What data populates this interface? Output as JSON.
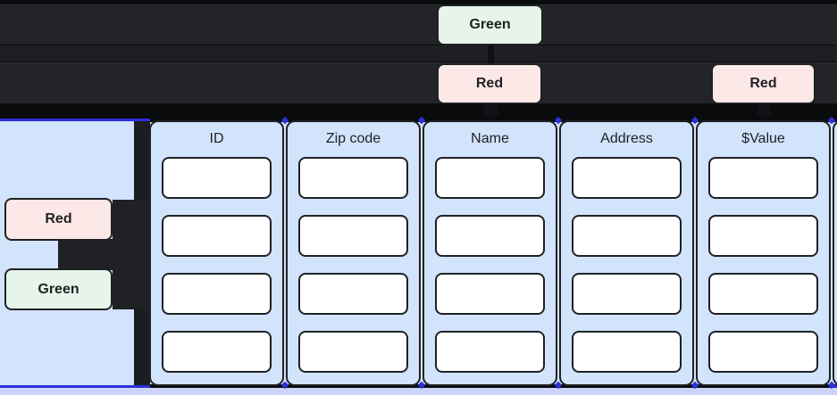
{
  "callouts": {
    "green_top": "Green",
    "red_top_name": "Red",
    "red_top_value": "Red",
    "red_left": "Red",
    "green_left": "Green"
  },
  "table": {
    "columns": [
      {
        "label": "ID"
      },
      {
        "label": "Zip code"
      },
      {
        "label": "Name"
      },
      {
        "label": "Address"
      },
      {
        "label": "$Value"
      }
    ],
    "rows_per_column": 4
  },
  "colors": {
    "accent_blue": "#2b30d8",
    "panel_blue": "#d2e3fc",
    "green_chip": "#e6f4ea",
    "red_chip": "#fce8e6",
    "lavender_strip": "#ccd3f8",
    "bar_fill": "#222428",
    "line_dark": "#1f2125",
    "bg_black": "#0a0b0c"
  }
}
